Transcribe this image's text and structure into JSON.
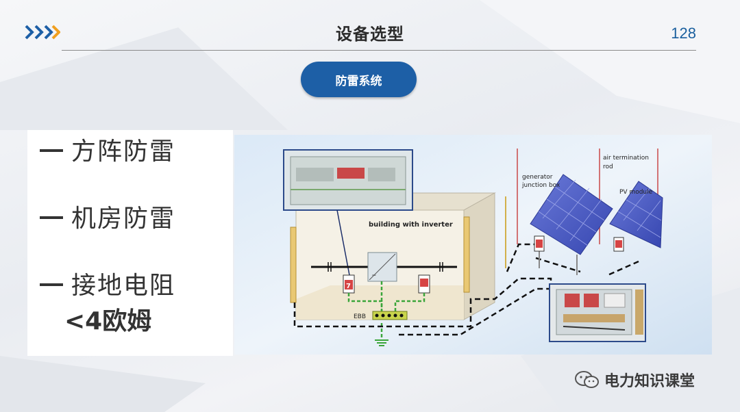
{
  "header": {
    "title": "设备选型",
    "page_number": "128"
  },
  "section": {
    "label": "防雷系统"
  },
  "bullets": [
    {
      "text": "方阵防雷"
    },
    {
      "text": "机房防雷"
    },
    {
      "text": "接地电阻"
    }
  ],
  "bullet_sub": "<4欧姆",
  "diagram": {
    "building_label": "building with inverter",
    "ebb_label": "EBB",
    "generator_label_line1": "generator",
    "generator_label_line2": "junction box",
    "air_label_line1": "air termination",
    "air_label_line2": "rod",
    "pv_label": "PV module",
    "spd_label": "7"
  },
  "watermark": {
    "text": "电力知识课堂"
  },
  "colors": {
    "accent_blue": "#1d5fa6",
    "chevron_blue": "#1d5fa6",
    "chevron_orange": "#f0a020",
    "page_number": "#1a5f9e"
  }
}
